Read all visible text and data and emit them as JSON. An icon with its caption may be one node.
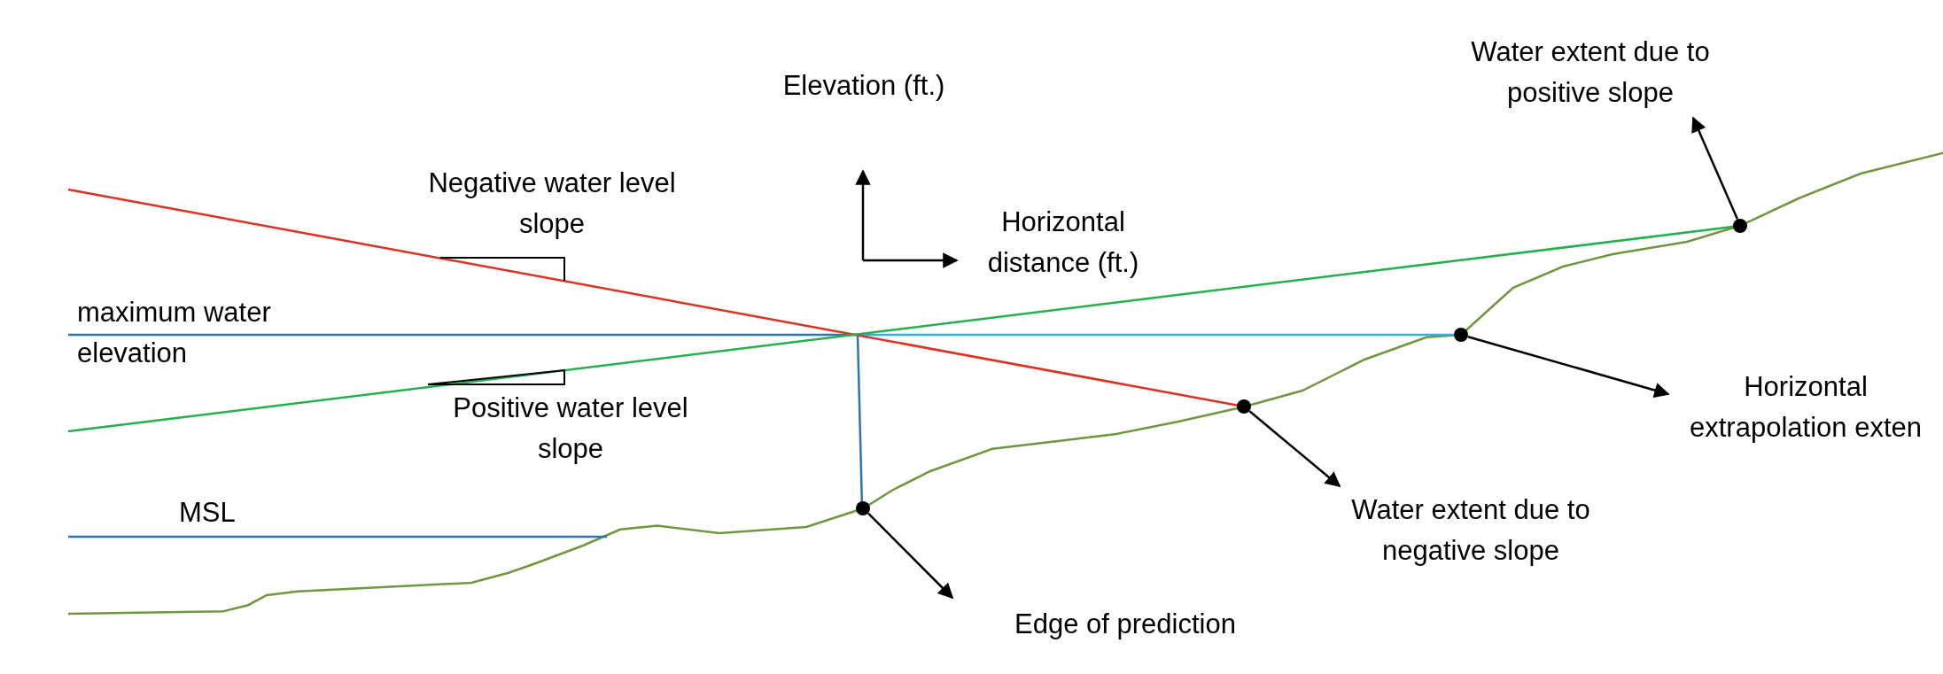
{
  "diagram": {
    "nodes": [
      {
        "text": [
          "Water extent due to positive slope"
        ]
      },
      {
        "text": [
          "Horizontal extrapolation exten"
        ]
      },
      {
        "text": [
          "Water extent due to negative slope"
        ]
      },
      {
        "text": [
          "Edge of prediction"
        ]
      },
      {
        "text": [],
        "shape": "circle"
      },
      {
        "text": [],
        "shape": "circle"
      },
      {
        "text": [],
        "shape": "circle"
      },
      {
        "text": [],
        "shape": "circle"
      }
    ],
    "edges": [
      {
        "from": 4,
        "to": 3,
        "arrow": "to"
      },
      {
        "from": 5,
        "to": 2,
        "arrow": "to"
      },
      {
        "from": 6,
        "to": 1,
        "arrow": "to"
      },
      {
        "from": 7,
        "to": 0,
        "arrow": "to"
      }
    ],
    "labels": [
      "Elevation (ft.)",
      "Negative water level slope",
      "Horizontal distance (ft.)",
      "maximum water elevation",
      "Positive water level slope",
      "MSL"
    ]
  }
}
